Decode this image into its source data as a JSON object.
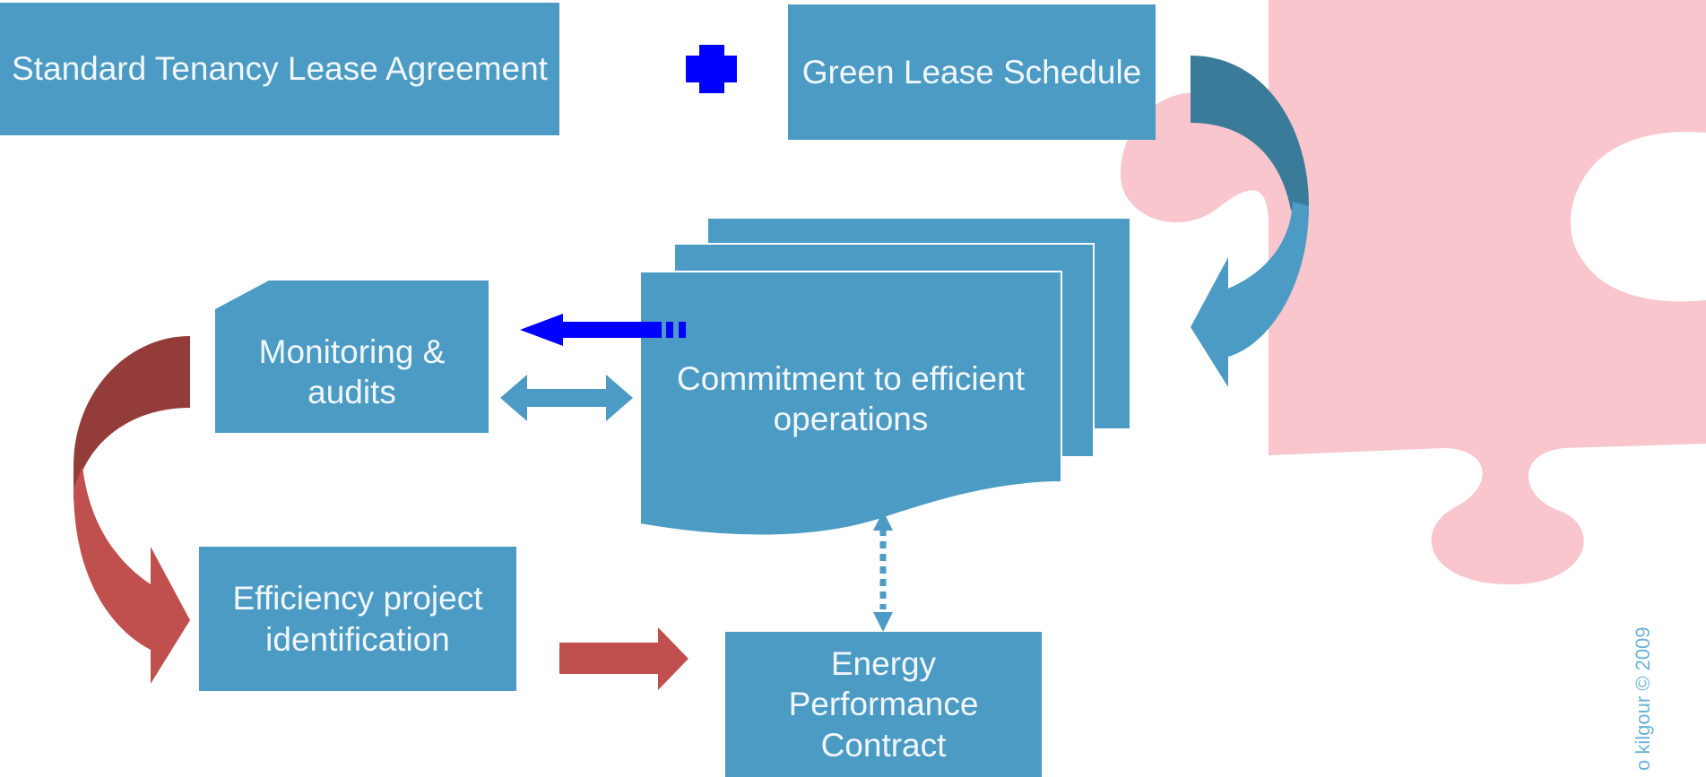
{
  "diagram": {
    "lease_agreement": "Standard Tenancy Lease Agreement",
    "green_schedule": "Green Lease Schedule",
    "commitment": "Commitment to efficient operations",
    "monitoring": "Monitoring & audits",
    "identification": "Efficiency project identification",
    "contract": "Energy Performance Contract",
    "credit": "o kilgour © 2009"
  },
  "colors": {
    "box": "#4b9bc4",
    "dark_arc": "#3b7b9a",
    "puzzle": "#f8c6cc",
    "blue_accent": "#0000ff",
    "red_arrow": "#c0504d",
    "dark_red": "#943c3a"
  }
}
